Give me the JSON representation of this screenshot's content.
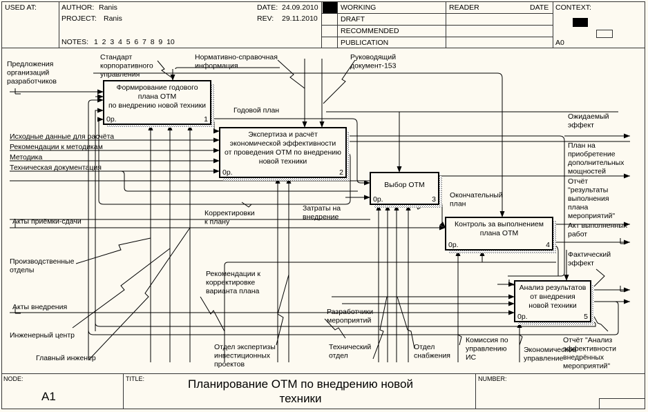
{
  "header": {
    "used_at_label": "USED AT:",
    "author_label": "AUTHOR:",
    "author": "Ranis",
    "project_label": "PROJECT:",
    "project": "Ranis",
    "date_label": "DATE:",
    "date": "24.09.2010",
    "rev_label": "REV:",
    "rev": "29.11.2010",
    "notes_label": "NOTES:",
    "notes": "1  2  3  4  5  6  7  8  9  10",
    "status": [
      "WORKING",
      "DRAFT",
      "RECOMMENDED",
      "PUBLICATION"
    ],
    "status_selected": "WORKING",
    "reader_label": "READER",
    "reader_date_label": "DATE",
    "context_label": "CONTEXT:",
    "context_node": "A0"
  },
  "footer": {
    "node_label": "NODE:",
    "node": "A1",
    "title_label": "TITLE:",
    "title_line1": "Планирование ОТМ  по внедрению новой",
    "title_line2": "техники",
    "number_label": "NUMBER:"
  },
  "boxes": [
    {
      "id": 1,
      "lines": [
        "Формирование годового",
        "плана ОТМ",
        "по внедрению новой техники"
      ],
      "cost": "0р.",
      "number": "1"
    },
    {
      "id": 2,
      "lines": [
        "Экспертиза и расчёт",
        "экономической эффективности",
        "от проведения ОТМ по внедрению",
        "новой техники"
      ],
      "cost": "0р.",
      "number": "2"
    },
    {
      "id": 3,
      "lines": [
        "Выбор ОТМ"
      ],
      "cost": "0р.",
      "number": "3"
    },
    {
      "id": 4,
      "lines": [
        "Контроль за выполнением",
        "плана ОТМ"
      ],
      "cost": "0р.",
      "number": "4"
    },
    {
      "id": 5,
      "lines": [
        "Анализ результатов",
        "от внедрения",
        "новой техники"
      ],
      "cost": "0р.",
      "number": "5"
    }
  ],
  "labels": {
    "proposals": [
      "Предложения",
      "организаций",
      "разработчиков"
    ],
    "standard": [
      "Стандарт",
      "корпоративного",
      "управления"
    ],
    "normative": [
      "Нормативно-справочная",
      "информация"
    ],
    "guide_doc": [
      "Руководящий",
      "документ-153"
    ],
    "annual_plan": [
      "Годовой план"
    ],
    "expected_effect": [
      "Ожидаемый",
      "эффект"
    ],
    "input_data": [
      "Исходные данные для расчёта"
    ],
    "method_recs": [
      "Рекомендации к методикам"
    ],
    "method": [
      "Методика"
    ],
    "tech_docs": [
      "Техническая документация"
    ],
    "purchase_plan": [
      "План на",
      "приобретение",
      "дополнительных",
      "мощностей"
    ],
    "report_results": [
      "Отчёт",
      "\"результаты",
      "выполнения",
      "плана",
      "мероприятий\""
    ],
    "final_plan": [
      "Окончательный",
      "план"
    ],
    "corrections": [
      "Корректировки",
      "к плану"
    ],
    "impl_costs": [
      "Затраты на",
      "внедрение"
    ],
    "acceptance_acts": [
      "Акты приёмки-сдачи"
    ],
    "work_act": [
      "Акт выполненных",
      "работ"
    ],
    "production_depts": [
      "Производственные",
      "отделы"
    ],
    "actual_effect": [
      "Фактический",
      "эффект"
    ],
    "plan_recs": [
      "Рекомендации к",
      "корректировке",
      "варианта плана"
    ],
    "impl_acts": [
      "Акты внедрения"
    ],
    "engineering_center": [
      "Инженерный центр"
    ],
    "event_developers": [
      "Разработчики",
      "мероприятий"
    ],
    "chief_engineer": [
      "Главный инженер"
    ],
    "expertise_dept": [
      "Отдел экспертизы",
      "инвестиционных",
      "проектов"
    ],
    "tech_dept": [
      "Технический",
      "отдел"
    ],
    "supply_dept": [
      "Отдел",
      "снабжения"
    ],
    "is_commission": [
      "Комиссия по",
      "управлению",
      "ИС"
    ],
    "econ_dept": [
      "Экономическое",
      "управление"
    ],
    "analysis_report": [
      "Отчёт \"Анализ",
      "эффективности",
      "внедрённых",
      "мероприятий\""
    ]
  }
}
